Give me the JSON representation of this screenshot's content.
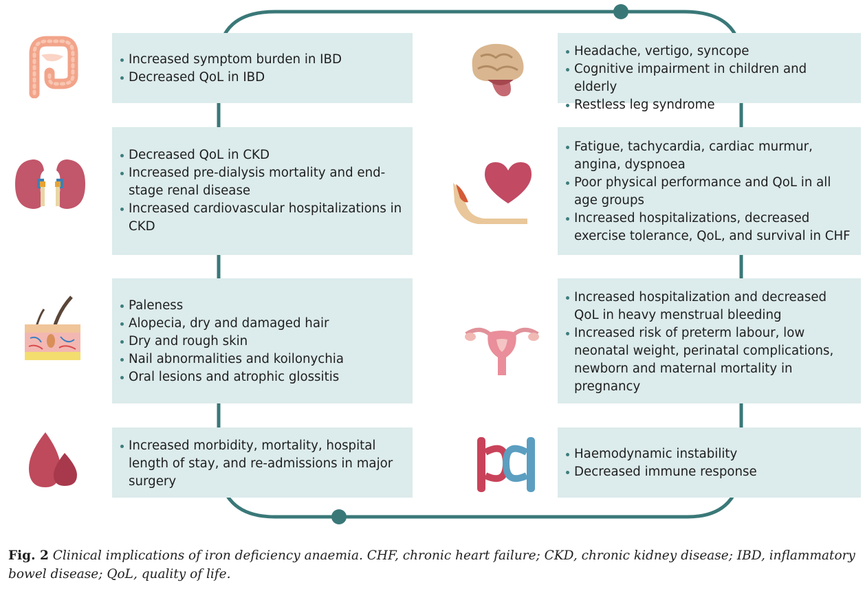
{
  "colors": {
    "frame": "#3a7878",
    "box": "#dcebeb",
    "bullet": "#3e7d7d"
  },
  "left_panels": [
    {
      "icon": "intestine-icon",
      "items": [
        "Increased symptom burden in IBD",
        "Decreased QoL in IBD"
      ]
    },
    {
      "icon": "kidneys-icon",
      "items": [
        "Decreased QoL in CKD",
        "Increased pre-dialysis mortality and end-stage renal disease",
        "Increased cardiovascular hospitalizations in CKD"
      ]
    },
    {
      "icon": "skin-hair-icon",
      "items": [
        "Paleness",
        "Alopecia, dry and damaged hair",
        "Dry and rough skin",
        "Nail abnormalities and koilonychia",
        "Oral lesions and atrophic glossitis"
      ]
    },
    {
      "icon": "blood-drops-icon",
      "items": [
        "Increased morbidity, mortality, hospital length of stay, and re-admissions in major surgery"
      ]
    }
  ],
  "right_panels": [
    {
      "icon": "brain-icon",
      "items": [
        "Headache, vertigo, syncope",
        "Cognitive impairment in children and elderly",
        "Restless leg syndrome"
      ]
    },
    {
      "icon": "heart-muscle-icon",
      "items": [
        "Fatigue, tachycardia, cardiac murmur, angina, dyspnoea",
        "Poor physical performance and QoL in all age groups",
        "Increased hospitalizations, decreased exercise tolerance, QoL, and survival in CHF"
      ]
    },
    {
      "icon": "uterus-icon",
      "items": [
        "Increased hospitalization and decreased QoL in heavy menstrual bleeding",
        "Increased risk of preterm labour, low neonatal weight, perinatal complications, newborn and maternal mortality in pregnancy"
      ]
    },
    {
      "icon": "blood-vessels-icon",
      "items": [
        "Haemodynamic instability",
        "Decreased immune response"
      ]
    }
  ],
  "caption": {
    "label": "Fig. 2",
    "text": "Clinical implications of iron deficiency anaemia. CHF, chronic heart failure; CKD, chronic kidney disease; IBD, inflammatory bowel disease; QoL, quality of life."
  }
}
